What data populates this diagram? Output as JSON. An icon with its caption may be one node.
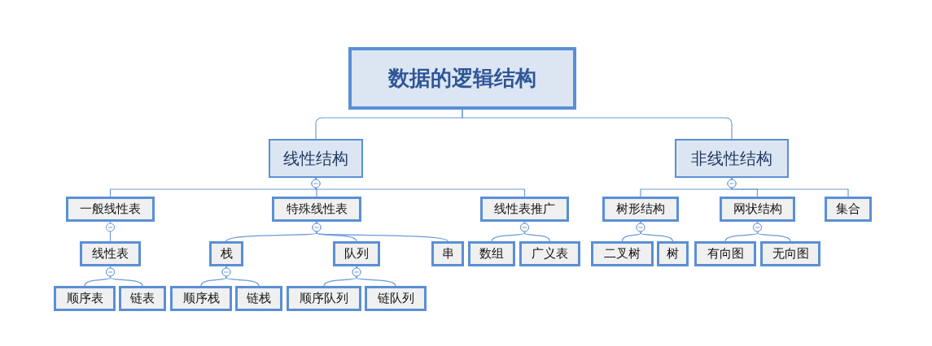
{
  "diagram": {
    "nodes": [
      {
        "text": [
          "数据的逻辑结构"
        ]
      },
      {
        "text": [
          "线性结构"
        ]
      },
      {
        "text": [
          "非线性结构"
        ]
      },
      {
        "text": [
          "一般线性表"
        ]
      },
      {
        "text": [
          "线性表"
        ]
      },
      {
        "text": [
          "顺序表"
        ]
      },
      {
        "text": [
          "链表"
        ]
      },
      {
        "text": [
          "特殊线性表"
        ]
      },
      {
        "text": [
          "栈"
        ]
      },
      {
        "text": [
          "顺序栈"
        ]
      },
      {
        "text": [
          "链栈"
        ]
      },
      {
        "text": [
          "队列"
        ]
      },
      {
        "text": [
          "顺序队列"
        ]
      },
      {
        "text": [
          "链队列"
        ]
      },
      {
        "text": [
          "串"
        ]
      },
      {
        "text": [
          "线性表推广"
        ]
      },
      {
        "text": [
          "数组"
        ]
      },
      {
        "text": [
          "广义表"
        ]
      },
      {
        "text": [
          "树形结构"
        ]
      },
      {
        "text": [
          "二叉树"
        ]
      },
      {
        "text": [
          "树"
        ]
      },
      {
        "text": [
          "网状结构"
        ]
      },
      {
        "text": [
          "有向图"
        ]
      },
      {
        "text": [
          "无向图"
        ]
      },
      {
        "text": [
          "集合"
        ]
      }
    ],
    "edges": [
      {
        "from": 0,
        "to": 1,
        "arrow": "none"
      },
      {
        "from": 0,
        "to": 2,
        "arrow": "none"
      },
      {
        "from": 1,
        "to": 3,
        "arrow": "other"
      },
      {
        "from": 1,
        "to": 7,
        "arrow": "other"
      },
      {
        "from": 1,
        "to": 15,
        "arrow": "other"
      },
      {
        "from": 3,
        "to": 4,
        "arrow": "other"
      },
      {
        "from": 4,
        "to": 5,
        "arrow": "other"
      },
      {
        "from": 4,
        "to": 6,
        "arrow": "other"
      },
      {
        "from": 7,
        "to": 8,
        "arrow": "other"
      },
      {
        "from": 7,
        "to": 11,
        "arrow": "other"
      },
      {
        "from": 7,
        "to": 14,
        "arrow": "other"
      },
      {
        "from": 8,
        "to": 9,
        "arrow": "other"
      },
      {
        "from": 8,
        "to": 10,
        "arrow": "other"
      },
      {
        "from": 11,
        "to": 12,
        "arrow": "other"
      },
      {
        "from": 11,
        "to": 13,
        "arrow": "other"
      },
      {
        "from": 15,
        "to": 16,
        "arrow": "other"
      },
      {
        "from": 15,
        "to": 17,
        "arrow": "other"
      },
      {
        "from": 2,
        "to": 18,
        "arrow": "other"
      },
      {
        "from": 2,
        "to": 21,
        "arrow": "other"
      },
      {
        "from": 2,
        "to": 24,
        "arrow": "other"
      },
      {
        "from": 18,
        "to": 19,
        "arrow": "other"
      },
      {
        "from": 18,
        "to": 20,
        "arrow": "other"
      },
      {
        "from": 21,
        "to": 22,
        "arrow": "other"
      },
      {
        "from": 21,
        "to": 23,
        "arrow": "other"
      }
    ]
  }
}
